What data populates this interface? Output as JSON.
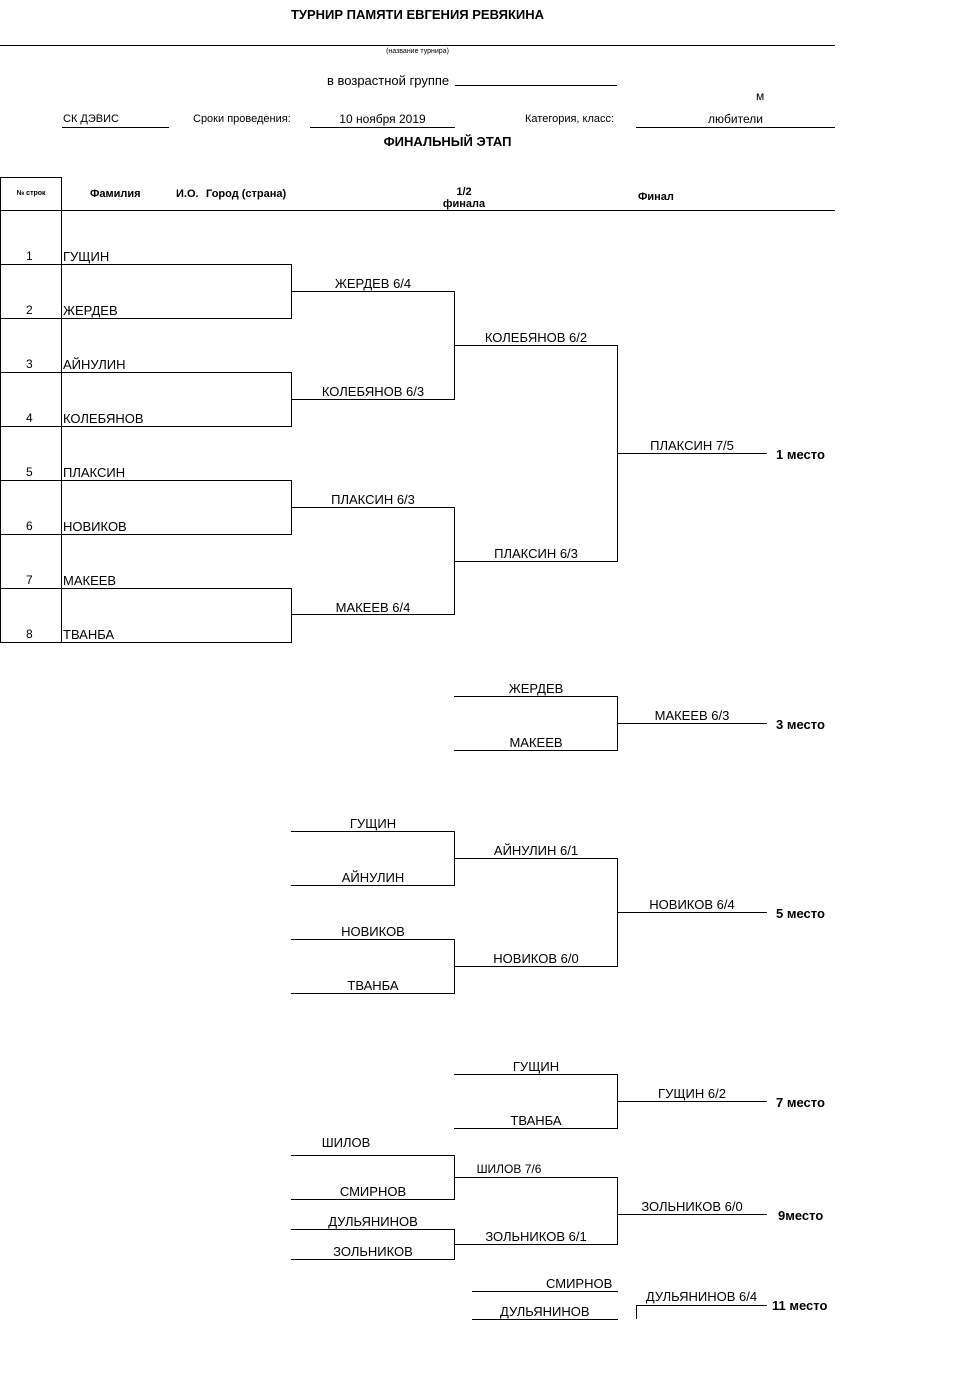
{
  "header": {
    "title": "ТУРНИР ПАМЯТИ ЕВГЕНИЯ РЕВЯКИНА",
    "name_caption": "(название турнира)",
    "age_group_label": "в возрастной группе",
    "gender_mark": "м",
    "club": "СК ДЭВИС",
    "dates_label": "Сроки проведения:",
    "dates_value": "10 ноября 2019",
    "category_label": "Категория, класс:",
    "category_value": "любители",
    "stage": "ФИНАЛЬНЫЙ ЭТАП"
  },
  "columns": {
    "row_no": "№ строк",
    "surname": "Фамилия",
    "initials": "И.О.",
    "city": "Город (страна)",
    "semifinal_1": "1/2",
    "semifinal_2": "финала",
    "final": "Финал"
  },
  "players": [
    {
      "no": "1",
      "name": "ГУЩИН"
    },
    {
      "no": "2",
      "name": "ЖЕРДЕВ"
    },
    {
      "no": "3",
      "name": "АЙНУЛИН"
    },
    {
      "no": "4",
      "name": "КОЛЕБЯНОВ"
    },
    {
      "no": "5",
      "name": "ПЛАКСИН"
    },
    {
      "no": "6",
      "name": "НОВИКОВ"
    },
    {
      "no": "7",
      "name": "МАКЕЕВ"
    },
    {
      "no": "8",
      "name": "ТВАНБА"
    }
  ],
  "main_draw": {
    "qf": [
      "ЖЕРДЕВ 6/4",
      "КОЛЕБЯНОВ 6/3",
      "ПЛАКСИН 6/3",
      "МАКЕЕВ 6/4"
    ],
    "sf": [
      "КОЛЕБЯНОВ 6/2",
      "ПЛАКСИН 6/3"
    ],
    "final": "ПЛАКСИН 7/5",
    "place": "1 место"
  },
  "third_place": {
    "players": [
      "ЖЕРДЕВ",
      "МАКЕЕВ"
    ],
    "winner": "МАКЕЕВ 6/3",
    "place": "3 место"
  },
  "fifth_place": {
    "players": [
      "ГУЩИН",
      "АЙНУЛИН",
      "НОВИКОВ",
      "ТВАНБА"
    ],
    "sf": [
      "АЙНУЛИН 6/1",
      "НОВИКОВ 6/0"
    ],
    "winner": "НОВИКОВ 6/4",
    "place": "5 место"
  },
  "seventh_place": {
    "players": [
      "ГУЩИН",
      "ТВАНБА"
    ],
    "winner": "ГУЩИН 6/2",
    "place": "7 место"
  },
  "ninth_place": {
    "players": [
      "ШИЛОВ",
      "СМИРНОВ",
      "ДУЛЬЯНИНОВ",
      "ЗОЛЬНИКОВ"
    ],
    "sf": [
      "ШИЛОВ 7/6",
      "ЗОЛЬНИКОВ 6/1"
    ],
    "winner": "ЗОЛЬНИКОВ 6/0",
    "place": "9место"
  },
  "eleventh_place": {
    "players": [
      "СМИРНОВ",
      "ДУЛЬЯНИНОВ"
    ],
    "winner": "ДУЛЬЯНИНОВ 6/4",
    "place": "11 место"
  }
}
